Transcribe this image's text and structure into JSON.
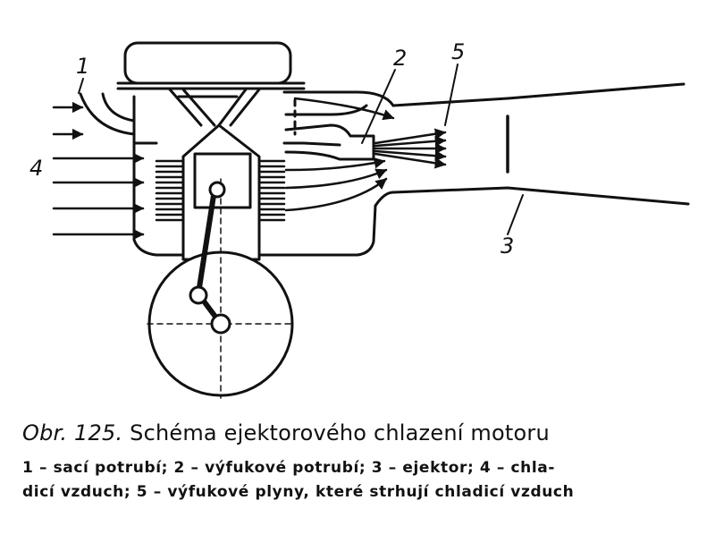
{
  "labels": {
    "l1": "1",
    "l2": "2",
    "l3": "3",
    "l4": "4",
    "l5": "5"
  },
  "caption": {
    "figure_ref": "Obr. 125.",
    "title": "Schéma ejektorového chlazení motoru",
    "legend_line1": "1 – sací potrubí; 2 – výfukové potrubí; 3 – ejektor; 4 – chla-",
    "legend_line2": "dicí vzduch; 5 – výfukové plyny, které strhují chladicí vzduch"
  }
}
